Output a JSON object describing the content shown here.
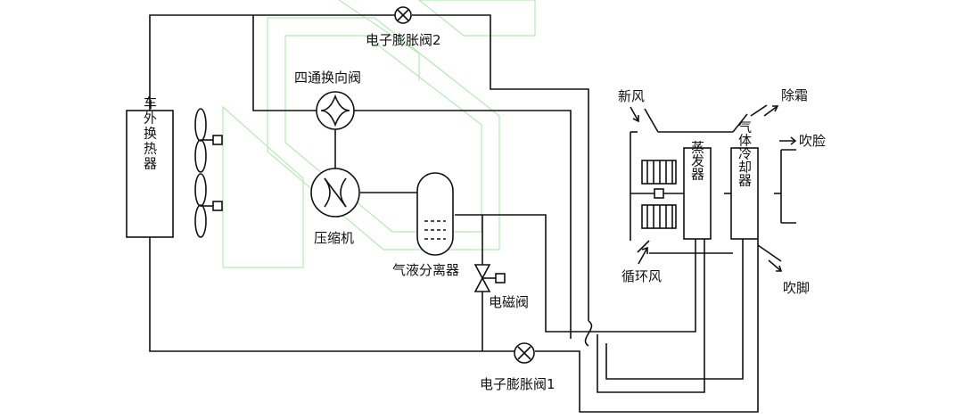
{
  "labels": {
    "eev2": "电子膨胀阀2",
    "four_way_valve": "四通换向阀",
    "compressor": "压缩机",
    "separator": "气液分离器",
    "solenoid": "电磁阀",
    "eev1": "电子膨胀阀1",
    "outside_hx": "车外换热器",
    "evaporator": "蒸发器",
    "gas_cooler": "气体冷却器",
    "fresh_air": "新风",
    "recirculation": "循环风",
    "defrost": "除霜",
    "face": "吹脸",
    "foot": "吹脚"
  },
  "icons": {
    "expansion_valve": "circle-x-icon",
    "four_way_valve": "four-way-valve-icon",
    "compressor": "compressor-icon",
    "fan": "propeller-fan-icon",
    "solenoid_valve": "bowtie-valve-icon"
  },
  "colors": {
    "line": "#111111",
    "watermark": "#b6e8b6"
  }
}
